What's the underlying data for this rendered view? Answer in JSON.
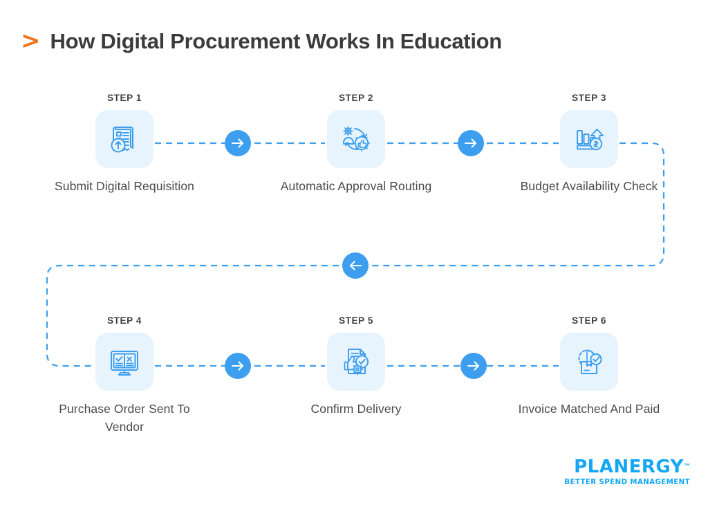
{
  "header": {
    "chevron": ">",
    "title": "How Digital Procurement Works In Education"
  },
  "steps": [
    {
      "label": "STEP 1",
      "caption": "Submit Digital Requisition",
      "icon": "document-upload-icon"
    },
    {
      "label": "STEP 2",
      "caption": "Automatic Approval Routing",
      "icon": "approval-routing-gears-icon"
    },
    {
      "label": "STEP 3",
      "caption": "Budget Availability Check",
      "icon": "budget-chart-growth-icon"
    },
    {
      "label": "STEP 4",
      "caption": "Purchase Order Sent To Vendor",
      "icon": "monitor-order-icon"
    },
    {
      "label": "STEP 5",
      "caption": "Confirm Delivery",
      "icon": "thumbs-up-approval-icon"
    },
    {
      "label": "STEP 6",
      "caption": "Invoice Matched And Paid",
      "icon": "package-check-icon"
    }
  ],
  "connectors": [
    {
      "name": "arrow-step1-to-step2",
      "direction": "right"
    },
    {
      "name": "arrow-step2-to-step3",
      "direction": "right"
    },
    {
      "name": "arrow-step3-to-step4",
      "direction": "left"
    },
    {
      "name": "arrow-step4-to-step5",
      "direction": "right"
    },
    {
      "name": "arrow-step5-to-step6",
      "direction": "right"
    }
  ],
  "logo": {
    "word_part1": "PL",
    "word_accent": "A",
    "word_part2": "NERGY",
    "trademark": "™",
    "tagline": "BETTER SPEND MANAGEMENT"
  },
  "colors": {
    "accent_orange": "#f4721e",
    "brand_blue": "#13a7f5",
    "arrow_blue": "#3d9ef0",
    "icon_blue": "#3d9ef0",
    "tile_bg": "#e8f4fd",
    "title_text": "#3b3b3b",
    "caption_text": "#4a4a4a",
    "background": "#ffffff"
  }
}
